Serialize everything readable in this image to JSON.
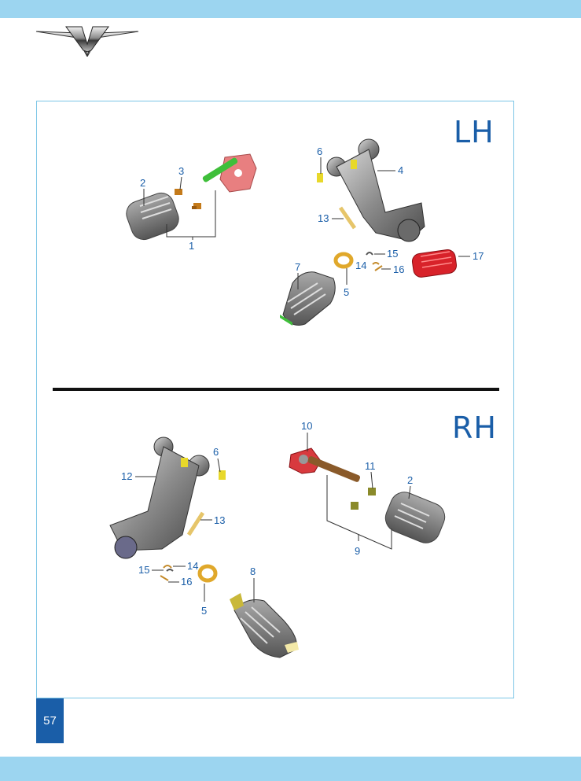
{
  "sections": [
    {
      "label": "LH",
      "callouts": [
        {
          "ref": "c_lh_2",
          "text": "2"
        },
        {
          "ref": "c_lh_3",
          "text": "3"
        },
        {
          "ref": "c_lh_1",
          "text": "1"
        },
        {
          "ref": "c_lh_6",
          "text": "6"
        },
        {
          "ref": "c_lh_4",
          "text": "4"
        },
        {
          "ref": "c_lh_13",
          "text": "13"
        },
        {
          "ref": "c_lh_15",
          "text": "15"
        },
        {
          "ref": "c_lh_14",
          "text": "14"
        },
        {
          "ref": "c_lh_16",
          "text": "16"
        },
        {
          "ref": "c_lh_17",
          "text": "17"
        },
        {
          "ref": "c_lh_7",
          "text": "7"
        },
        {
          "ref": "c_lh_5",
          "text": "5"
        }
      ]
    },
    {
      "label": "RH",
      "callouts": [
        {
          "ref": "c_rh_10",
          "text": "10"
        },
        {
          "ref": "c_rh_6",
          "text": "6"
        },
        {
          "ref": "c_rh_12",
          "text": "12"
        },
        {
          "ref": "c_rh_11",
          "text": "11"
        },
        {
          "ref": "c_rh_2",
          "text": "2"
        },
        {
          "ref": "c_rh_13",
          "text": "13"
        },
        {
          "ref": "c_rh_9",
          "text": "9"
        },
        {
          "ref": "c_rh_14",
          "text": "14"
        },
        {
          "ref": "c_rh_15",
          "text": "15"
        },
        {
          "ref": "c_rh_16",
          "text": "16"
        },
        {
          "ref": "c_rh_8",
          "text": "8"
        },
        {
          "ref": "c_rh_5",
          "text": "5"
        }
      ]
    }
  ],
  "page_number": "57",
  "colors": {
    "band": "#9cd5f0",
    "frame": "#7cc6e6",
    "label": "#1a5ea8",
    "page_badge": "#1a5ea8"
  },
  "icons": {
    "logo": "chevron-v-emblem"
  }
}
